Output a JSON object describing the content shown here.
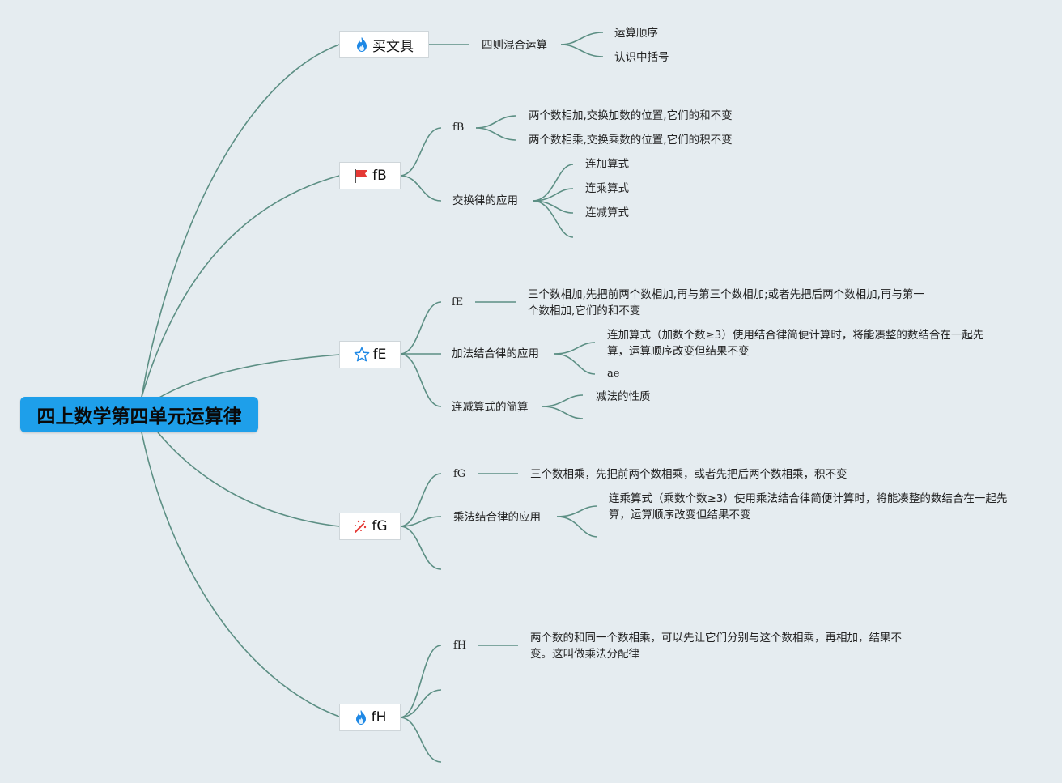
{
  "root": {
    "label": "四上数学第四单元运算律"
  },
  "branches": [
    {
      "label": "买文具",
      "icon": "flame-icon",
      "children": [
        {
          "label": "四则混合运算",
          "children": [
            "运算顺序",
            "认识中括号"
          ]
        }
      ]
    },
    {
      "label": "fB",
      "icon": "flag-icon",
      "children": [
        {
          "label": "fB",
          "children": [
            "两个数相加,交换加数的位置,它们的和不变",
            "两个数相乘,交换乘数的位置,它们的积不变"
          ]
        },
        {
          "label": "交换律的应用",
          "children": [
            "连加算式",
            "连乘算式",
            "连减算式"
          ]
        }
      ]
    },
    {
      "label": "fE",
      "icon": "star-icon",
      "children": [
        {
          "label": "fE",
          "note": "三个数相加,先把前两个数相加,再与第三个数相加;或者先把后两个数相加,再与第一个数相加,它们的和不变"
        },
        {
          "label": "加法结合律的应用",
          "children": [
            "连加算式（加数个数≥3）使用结合律简便计算时，将能凑整的数结合在一起先算，运算顺序改变但结果不变",
            "ae"
          ]
        },
        {
          "label": "连减算式的简算",
          "children": [
            "减法的性质"
          ]
        }
      ]
    },
    {
      "label": "fG",
      "icon": "magic-wand-icon",
      "children": [
        {
          "label": "fG",
          "note": "三个数相乘，先把前两个数相乘，或者先把后两个数相乘，积不变"
        },
        {
          "label": "乘法结合律的应用",
          "children": [
            "连乘算式（乘数个数≥3）使用乘法结合律简便计算时，将能凑整的数结合在一起先算，运算顺序改变但结果不变"
          ]
        }
      ]
    },
    {
      "label": "fH",
      "icon": "flame-icon",
      "children": [
        {
          "label": "fH",
          "note": "两个数的和同一个数相乘，可以先让它们分别与这个数相乘，再相加，结果不变。这叫做乘法分配律"
        }
      ]
    }
  ],
  "colors": {
    "root": "#1e9fea",
    "line": "#5c8f84",
    "background": "#e5ecf0"
  }
}
